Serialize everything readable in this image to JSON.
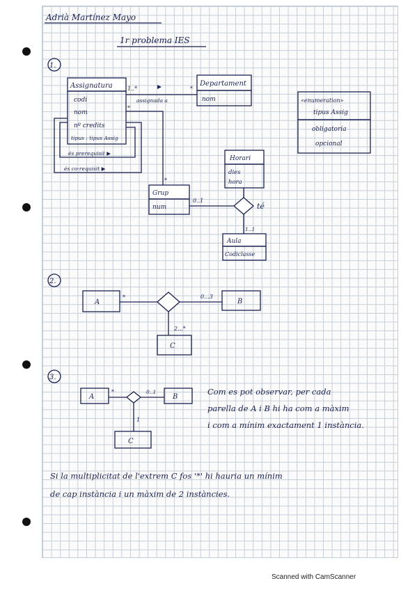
{
  "header": {
    "author": "Adrià Martínez Mayo",
    "title": "1r problema IES"
  },
  "sections": {
    "s1": "1.",
    "s2": "2.",
    "s3": "3."
  },
  "s1": {
    "assignatura": {
      "name": "Assignatura",
      "attrs": [
        "codi",
        "nom",
        "nº credits",
        "tipus : tipus Assig"
      ]
    },
    "departament": {
      "name": "Departament",
      "attrs": [
        "nom"
      ]
    },
    "enum": {
      "stereotype": "«enumeration»",
      "name": "tipus Assig",
      "values": [
        "obligatoria",
        "opcional"
      ]
    },
    "horari": {
      "name": "Horari",
      "attrs": [
        "dies",
        "hora"
      ]
    },
    "grup": {
      "name": "Grup",
      "attrs": [
        "num"
      ]
    },
    "aula": {
      "name": "Aula",
      "attrs": [
        "Codiclasse"
      ]
    },
    "labels": {
      "mult_1": "1..*",
      "mult_star": "*",
      "assigned": "assignada a",
      "mult_star2": "*",
      "mult_star3": "*",
      "mult_01": "0..1",
      "te": "té",
      "mult_11": "1..1",
      "prerequisit": "és prerequisit ▶",
      "corequisit": "és co-requisit ▶"
    }
  },
  "s2": {
    "a": "A",
    "b": "B",
    "c": "C",
    "mult_a": "*",
    "mult_b": "0...3",
    "mult_c": "2...*"
  },
  "s3": {
    "a": "A",
    "b": "B",
    "c": "C",
    "mult_a": "*",
    "mult_b": "0..1",
    "mult_c": "1",
    "note_lines": [
      "Com es pot observar, per cada",
      "parella de A i B hi ha com a màxim",
      "i com a mínim exactament 1 instància."
    ]
  },
  "footer_lines": [
    "Si la multiplicitat de l'extrem C fos '*' hi hauria un mínim",
    "de cap instància i un màxim de 2 instàncies."
  ],
  "scanner": "Scanned with CamScanner"
}
